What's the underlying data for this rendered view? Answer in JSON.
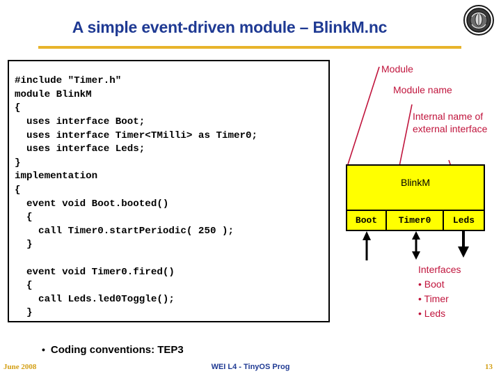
{
  "slide": {
    "title": "A simple event-driven module – BlinkM.nc",
    "title_color": "#1F3A93",
    "rule_color": "#E8B42B",
    "logo_name": "university-seal-logo"
  },
  "code": {
    "language": "nesC",
    "text": "#include \"Timer.h\"\nmodule BlinkM\n{\n  uses interface Boot;\n  uses interface Timer<TMilli> as Timer0;\n  uses interface Leds;\n}\nimplementation\n{\n  event void Boot.booted()\n  {\n    call Timer0.startPeriodic( 250 );\n  }\n\n  event void Timer0.fired()\n  {\n    call Leds.led0Toggle();\n  }"
  },
  "annotations": {
    "color": "#C0143C",
    "module": "Module",
    "module_name": "Module name",
    "internal_name": "Internal name of external interface",
    "interfaces_title": "Interfaces",
    "interface_bullets": [
      "• Boot",
      "• Timer",
      "• Leds"
    ]
  },
  "diagram": {
    "fill_color": "#FFFF00",
    "module_label": "BlinkM",
    "ports": [
      {
        "label": "Boot",
        "arrow": "up"
      },
      {
        "label": "Timer0",
        "arrow": "bidirectional"
      },
      {
        "label": "Leds",
        "arrow": "down"
      }
    ]
  },
  "body_bullet": {
    "marker": "•",
    "text": "Coding conventions: TEP3"
  },
  "footer": {
    "date": "June 2008",
    "center": "WEI L4 - TinyOS Prog",
    "page": "13",
    "date_color": "#D4A017",
    "center_color": "#1F3A93"
  }
}
